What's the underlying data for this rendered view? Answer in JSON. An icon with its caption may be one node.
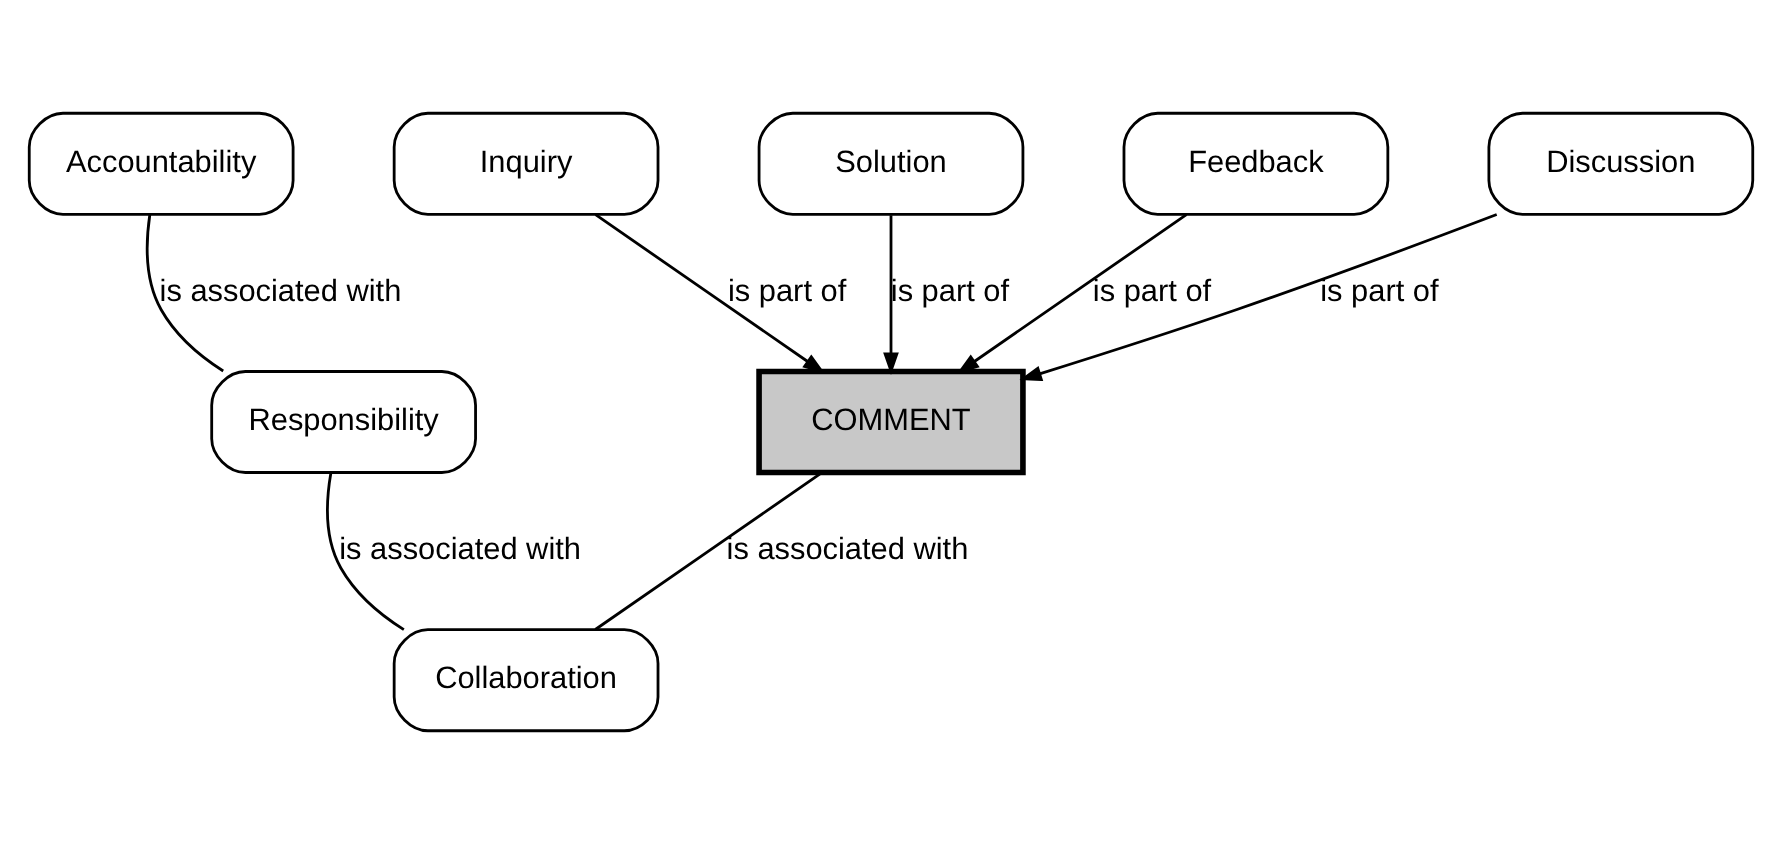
{
  "diagram": {
    "nodes": [
      {
        "text": [
          "Discussion"
        ]
      },
      {
        "text": [
          "Inquiry"
        ]
      },
      {
        "text": [
          "Solution"
        ]
      },
      {
        "text": [
          "Accountability"
        ]
      },
      {
        "text": [
          "COMMENT"
        ]
      },
      {
        "text": [
          "Feedback"
        ]
      },
      {
        "text": [
          "Responsibility"
        ]
      },
      {
        "text": [
          "Collaboration"
        ]
      }
    ],
    "edges": [
      {
        "from": 0,
        "to": 4,
        "arrow": "to",
        "label": "is part of"
      },
      {
        "from": 1,
        "to": 4,
        "arrow": "to",
        "label": "is part of"
      },
      {
        "from": 2,
        "to": 4,
        "arrow": "to",
        "label": "is part of"
      },
      {
        "from": 5,
        "to": 4,
        "arrow": "to",
        "label": "is part of"
      },
      {
        "from": 4,
        "to": 7,
        "arrow": "none",
        "label": "is associated with"
      },
      {
        "from": 3,
        "to": 6,
        "arrow": "none",
        "label": "is associated with"
      },
      {
        "from": 6,
        "to": 7,
        "arrow": "none",
        "label": "is associated with"
      }
    ]
  }
}
